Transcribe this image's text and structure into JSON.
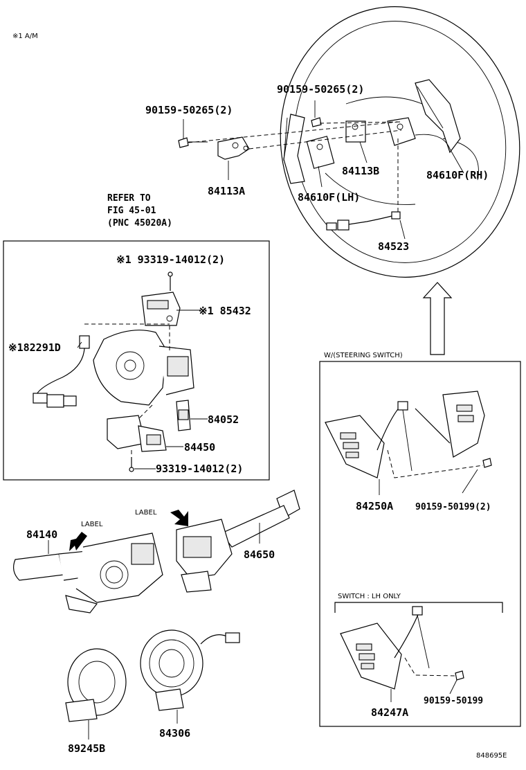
{
  "note": "※1 A/M",
  "refer": {
    "line1": "REFER TO",
    "line2": "FIG 45-01",
    "line3": "(PNC 45020A)"
  },
  "parts": {
    "p90159_50265_left": "90159-50265(2)",
    "p90159_50265_top": "90159-50265(2)",
    "p84113A": "84113A",
    "p84113B": "84113B",
    "p84610F_LH": "84610F(LH)",
    "p84610F_RH": "84610F(RH)",
    "p84523": "84523",
    "p93319_top": "※1 93319-14012(2)",
    "p85432": "※1 85432",
    "p82291D": "※182291D",
    "p84052": "84052",
    "p84450": "84450",
    "p93319_bottom": "93319-14012(2)",
    "p84140": "84140",
    "p84650": "84650",
    "label_left": "LABEL",
    "label_right": "LABEL",
    "p84306": "84306",
    "p89245B": "89245B",
    "p84250A": "84250A",
    "p90159_50199_2": "90159-50199(2)",
    "p84247A": "84247A",
    "p90159_50199": "90159-50199"
  },
  "boxes": {
    "steering_switch_title": "W/(STEERING SWITCH)",
    "switch_lh_title": "SWITCH : LH ONLY"
  },
  "figure_id": "848695E"
}
